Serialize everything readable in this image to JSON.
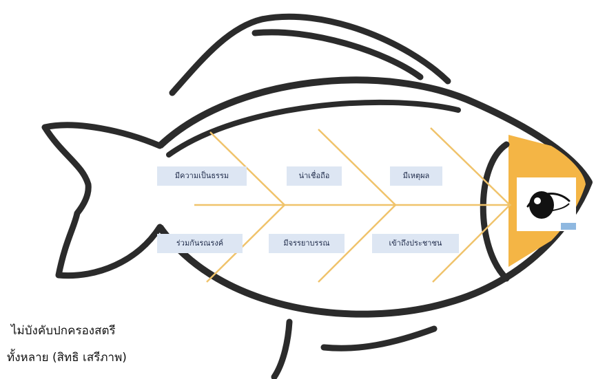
{
  "diagram": {
    "colors": {
      "outline": "#2b2b2b",
      "bone": "#f0c36b",
      "head": "#f4b545",
      "label_bg": "#dde6f3",
      "label_text": "#1f2b4a",
      "eye_highlight": "#8fb8e0"
    },
    "labels": {
      "top_left": "มีความเป็นธรรม",
      "top_mid": "น่าเชื่อถือ",
      "top_right": "มีเหตุผล",
      "bottom_left": "ร่วมกันรณรงค์",
      "bottom_mid": "มีจรรยาบรรณ",
      "bottom_right": "เข้าถึงประชาชน"
    },
    "caption": {
      "line1": "ไม่บังคับปกครองสตรี",
      "line2": "ทั้งหลาย (สิทธิ เสรีภาพ)"
    },
    "icons": {
      "head_icon": "eye-icon"
    }
  }
}
